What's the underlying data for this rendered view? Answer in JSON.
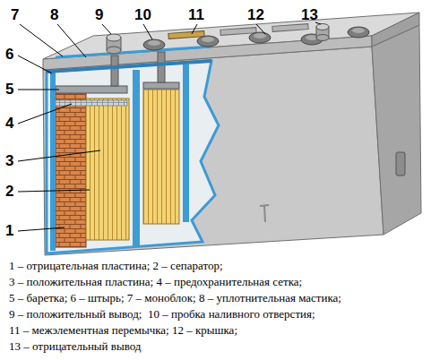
{
  "diagram": {
    "labels": [
      "7",
      "8",
      "9",
      "10",
      "11",
      "12",
      "13",
      "6",
      "5",
      "4",
      "3",
      "2",
      "1",
      "1 – отрицательная пластина; 2 – сепаратор;",
      "3 – положительная пластина; 4 – предохранительная сетка;",
      "5 – баретка; 6 – штырь; 7 – моноблок; 8 – уплотнительная мастика;",
      "9 – положительный вывод;  10 – пробка наливного отверстия;",
      "11 – межэлементная перемычка; 12 – крышка;",
      "13 – отрицательный вывод"
    ]
  }
}
